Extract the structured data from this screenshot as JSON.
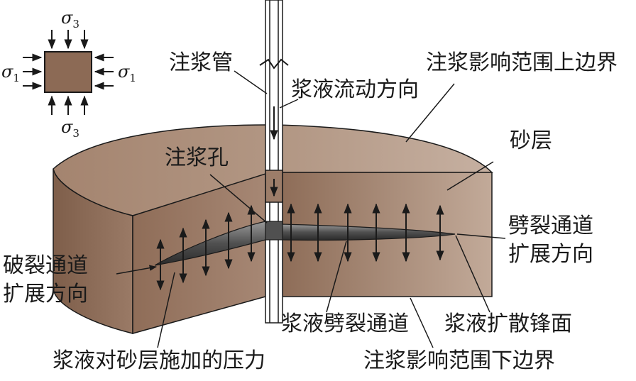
{
  "stress": {
    "sigma3_top": "σ",
    "sigma3_top_sub": "3",
    "sigma3_bottom": "σ",
    "sigma3_bottom_sub": "3",
    "sigma1_left": "σ",
    "sigma1_left_sub": "1",
    "sigma1_right": "σ",
    "sigma1_right_sub": "1"
  },
  "labels": {
    "grout_pipe": "注浆管",
    "upper_boundary": "注浆影响范围上边界",
    "flow_direction": "浆液流动方向",
    "sand_layer": "砂层",
    "grout_hole": "注浆孔",
    "splitting_channel_extension": "劈裂通道",
    "splitting_channel_extension_2": "扩展方向",
    "fracture_channel_extension": "破裂通道",
    "fracture_channel_extension_2": "扩展方向",
    "grout_splitting_channel": "浆液劈裂通道",
    "grout_diffusion_front": "浆液扩散锋面",
    "grout_pressure_on_sand": "浆液对砂层施加的压力",
    "lower_boundary": "注浆影响范围下边界"
  },
  "colors": {
    "soil_top": "#ad907c",
    "soil_side": "#8c6a55",
    "soil_light": "#b89e8c",
    "grout": "#4d4d4d",
    "line": "#1a1a1a"
  }
}
